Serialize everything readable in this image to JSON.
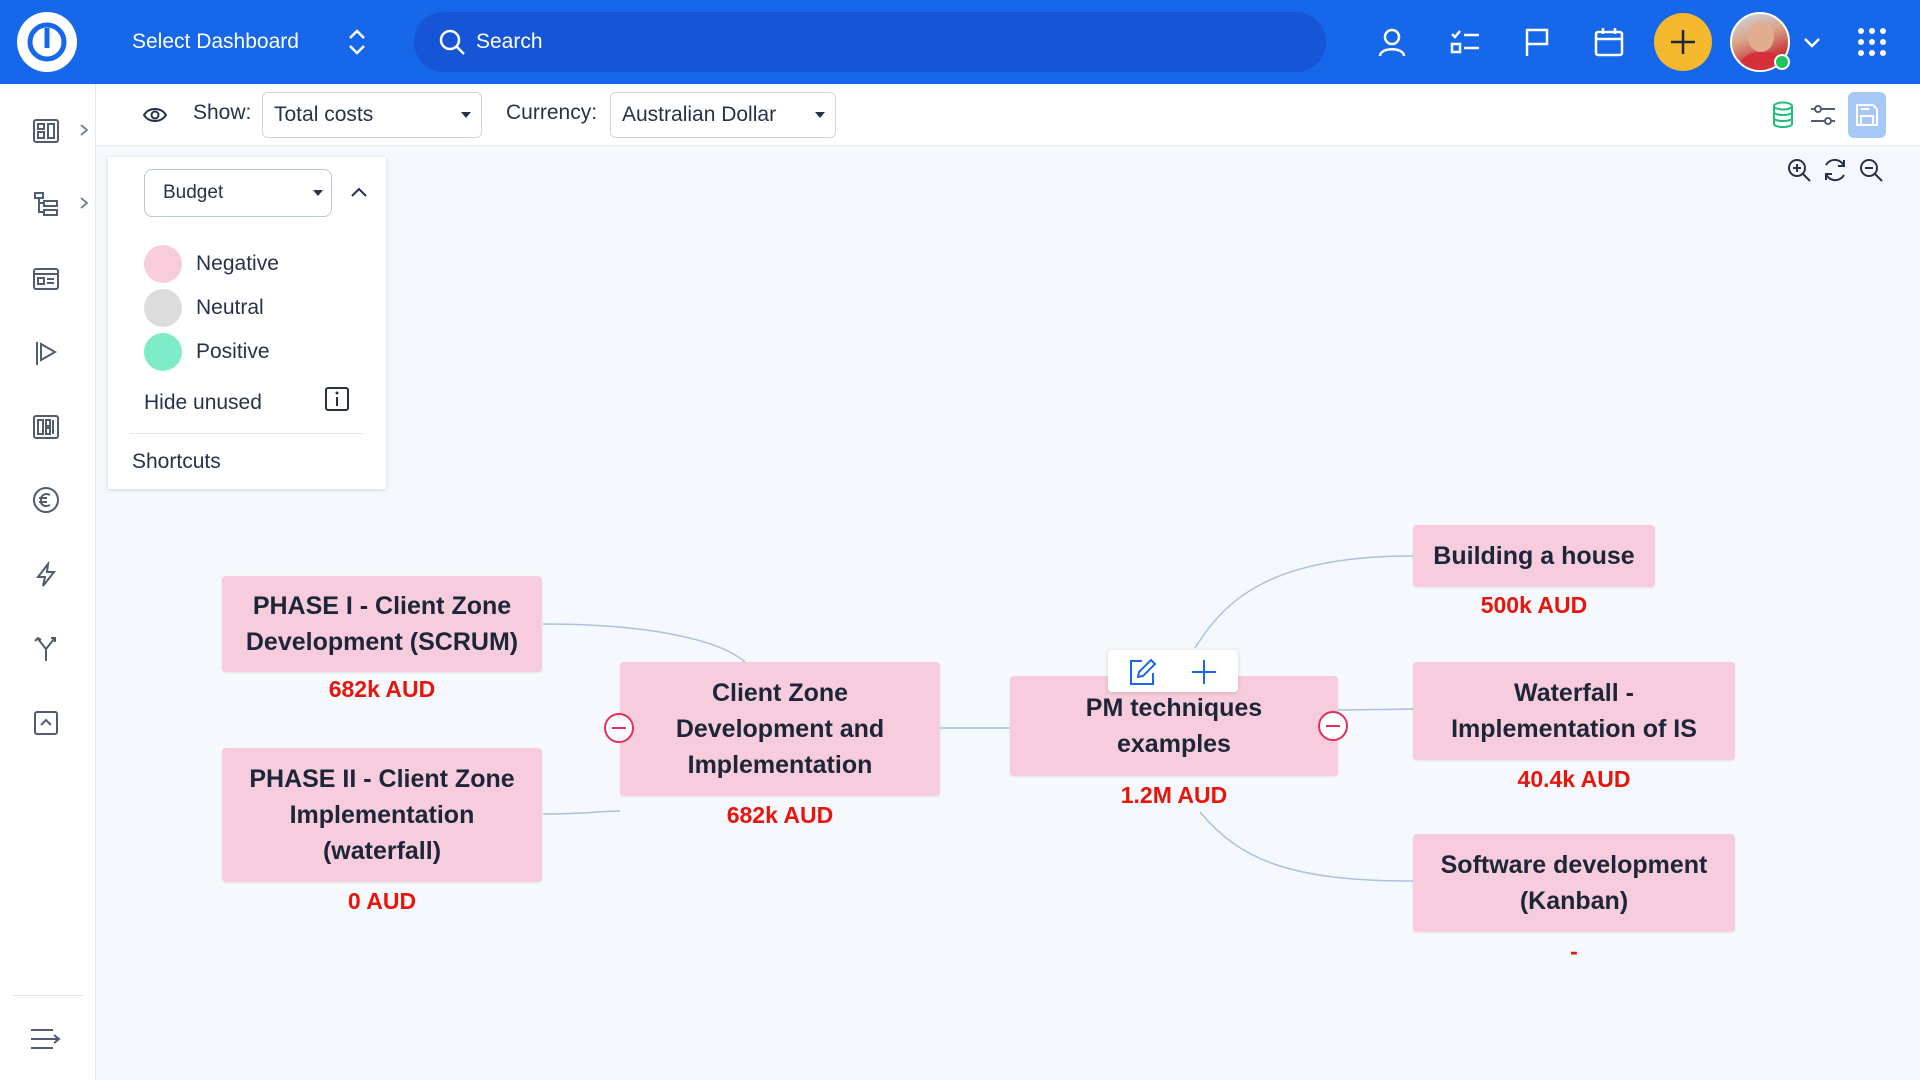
{
  "header": {
    "dashboard_label": "Select Dashboard",
    "search_placeholder": "Search",
    "brand_color": "#1667e9",
    "add_button_color": "#f5b82e"
  },
  "toolbar": {
    "show_label": "Show:",
    "show_value": "Total costs",
    "currency_label": "Currency:",
    "currency_value": "Australian Dollar"
  },
  "legend": {
    "mode": "Budget",
    "items": [
      {
        "label": "Negative",
        "color": "#f9ccdb"
      },
      {
        "label": "Neutral",
        "color": "#dcdcdc"
      },
      {
        "label": "Positive",
        "color": "#7eebc9"
      }
    ],
    "hide_unused_label": "Hide unused",
    "shortcuts_label": "Shortcuts"
  },
  "mindmap": {
    "root": {
      "title_line1": "PM techniques",
      "title_line2": "examples",
      "value": "1.2M AUD"
    },
    "left_branch": {
      "title_line1": "Client Zone",
      "title_line2": "Development and",
      "title_line3": "Implementation",
      "value": "682k AUD"
    },
    "phase1": {
      "title_line1": "PHASE I - Client Zone",
      "title_line2": "Development (SCRUM)",
      "value": "682k AUD"
    },
    "phase2": {
      "title_line1": "PHASE II - Client Zone",
      "title_line2": "Implementation",
      "title_line3": "(waterfall)",
      "value": "0 AUD"
    },
    "house": {
      "title": "Building a house",
      "value": "500k AUD"
    },
    "waterfall": {
      "title_line1": "Waterfall -",
      "title_line2": "Implementation of IS",
      "value": "40.4k AUD"
    },
    "software": {
      "title_line1": "Software development",
      "title_line2": "(Kanban)",
      "value": "-"
    },
    "node_color": "#f7ccdc",
    "value_color": "#e8150d"
  }
}
